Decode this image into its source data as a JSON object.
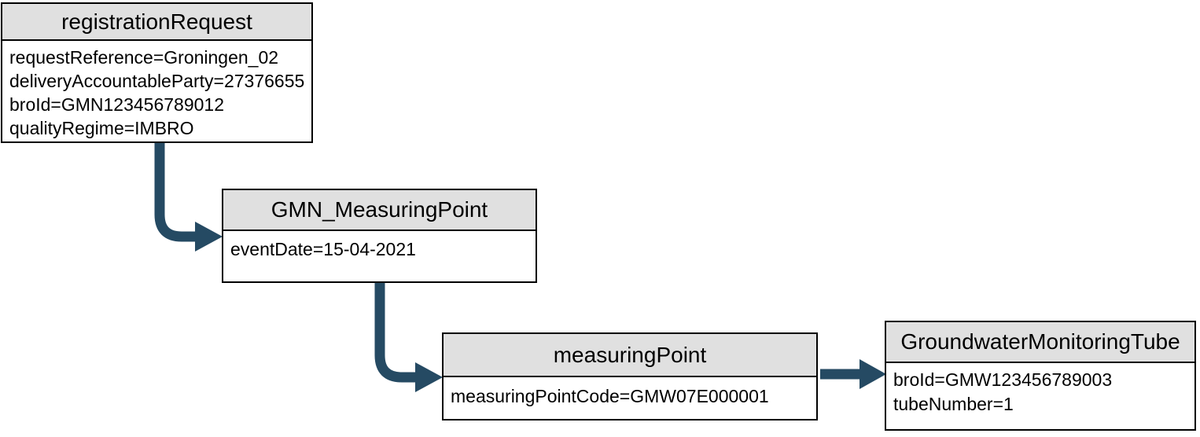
{
  "diagram": {
    "nodes": [
      {
        "id": "registrationRequest",
        "title": "registrationRequest",
        "attributes": [
          "requestReference=Groningen_02",
          "deliveryAccountableParty=27376655",
          "broId=GMN123456789012",
          "qualityRegime=IMBRO"
        ]
      },
      {
        "id": "GMN_MeasuringPoint",
        "title": "GMN_MeasuringPoint",
        "attributes": [
          "eventDate=15-04-2021"
        ]
      },
      {
        "id": "measuringPoint",
        "title": "measuringPoint",
        "attributes": [
          "measuringPointCode=GMW07E000001"
        ]
      },
      {
        "id": "GroundwaterMonitoringTube",
        "title": "GroundwaterMonitoringTube",
        "attributes": [
          "broId=GMW123456789003",
          "tubeNumber=1"
        ]
      }
    ],
    "edges": [
      {
        "from": "registrationRequest",
        "to": "GMN_MeasuringPoint"
      },
      {
        "from": "GMN_MeasuringPoint",
        "to": "measuringPoint"
      },
      {
        "from": "measuringPoint",
        "to": "GroundwaterMonitoringTube"
      }
    ],
    "colors": {
      "arrow": "#254a63",
      "node_header_fill": "#e0e0e0",
      "node_border": "#000000",
      "node_body_fill": "#ffffff",
      "text": "#000000"
    }
  }
}
